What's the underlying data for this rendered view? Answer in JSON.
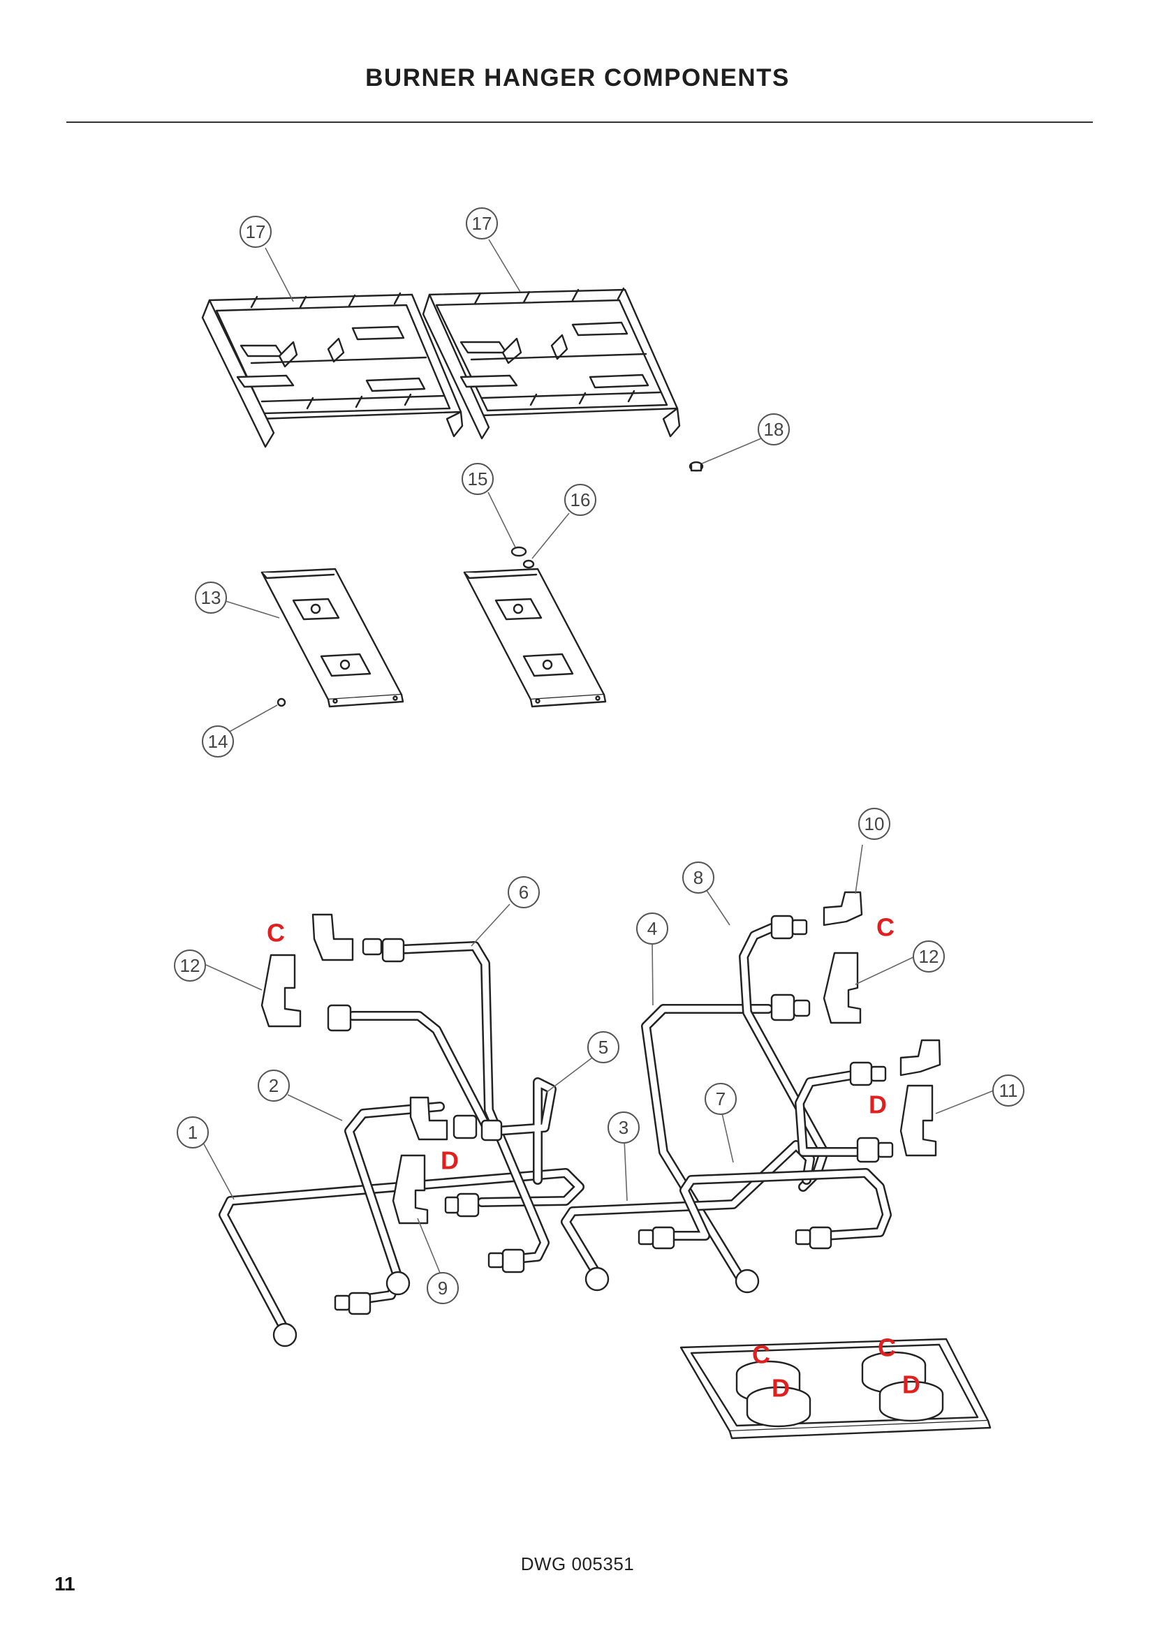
{
  "header": {
    "title": "BURNER HANGER COMPONENTS"
  },
  "footer": {
    "drawing_number": "DWG 005351",
    "page_number": "11"
  },
  "callouts": {
    "c17a": "17",
    "c17b": "17",
    "c18": "18",
    "c15": "15",
    "c16": "16",
    "c13": "13",
    "c14": "14",
    "c10": "10",
    "c8": "8",
    "c6": "6",
    "c4": "4",
    "c12a": "12",
    "c12b": "12",
    "c5": "5",
    "c11": "11",
    "c2": "2",
    "c7": "7",
    "c1": "1",
    "c3": "3",
    "c9": "9"
  },
  "markers": {
    "c_left": "C",
    "c_right": "C",
    "d_right": "D",
    "d_left": "D",
    "c_tray_left": "C",
    "c_tray_right": "C",
    "d_tray_left": "D",
    "d_tray_right": "D"
  },
  "colors": {
    "marker_red": "#e0201f",
    "line": "#222222"
  },
  "icons": {
    "grate": "grate-icon",
    "hanger": "burner-hanger-icon",
    "pipe": "gas-pipe-icon",
    "elbow": "elbow-fitting-icon"
  }
}
